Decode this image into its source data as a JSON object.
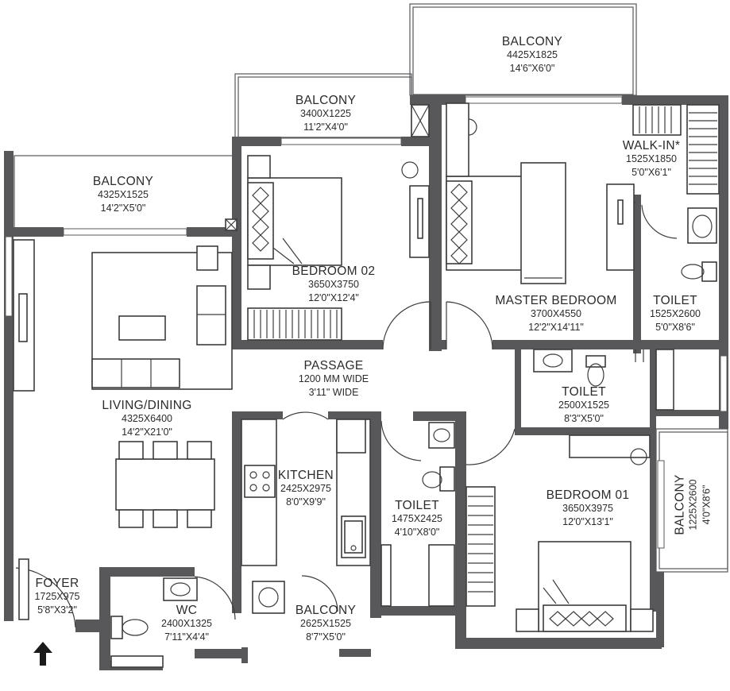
{
  "rooms": {
    "balcony_top_right": {
      "name": "BALCONY",
      "metric": "4425X1825",
      "imperial": "14'6\"X6'0\""
    },
    "balcony_top_mid": {
      "name": "BALCONY",
      "metric": "3400X1225",
      "imperial": "11'2\"X4'0\""
    },
    "balcony_left": {
      "name": "BALCONY",
      "metric": "4325X1525",
      "imperial": "14'2\"X5'0\""
    },
    "walk_in": {
      "name": "WALK-IN*",
      "metric": "1525X1850",
      "imperial": "5'0\"X6'1\""
    },
    "bedroom_02": {
      "name": "BEDROOM 02",
      "metric": "3650X3750",
      "imperial": "12'0\"X12'4\""
    },
    "master_bedroom": {
      "name": "MASTER BEDROOM",
      "metric": "3700X4550",
      "imperial": "12'2\"X14'11\""
    },
    "toilet_master": {
      "name": "TOILET",
      "metric": "1525X2600",
      "imperial": "5'0\"X8'6\""
    },
    "passage": {
      "name": "PASSAGE",
      "metric": "1200 MM WIDE",
      "imperial": "3'11\" WIDE"
    },
    "toilet_mid": {
      "name": "TOILET",
      "metric": "2500X1525",
      "imperial": "8'3\"X5'0\""
    },
    "living_dining": {
      "name": "LIVING/DINING",
      "metric": "4325X6400",
      "imperial": "14'2\"X21'0\""
    },
    "kitchen": {
      "name": "KITCHEN",
      "metric": "2425X2975",
      "imperial": "8'0\"X9'9\""
    },
    "bedroom_01": {
      "name": "BEDROOM 01",
      "metric": "3650X3975",
      "imperial": "12'0\"X13'1\""
    },
    "balcony_right": {
      "name": "BALCONY",
      "metric": "1225X2600",
      "imperial": "4'0\"X8'6\""
    },
    "toilet_small": {
      "name": "TOILET",
      "metric": "1475X2425",
      "imperial": "4'10\"X8'0\""
    },
    "foyer": {
      "name": "FOYER",
      "metric": "1725X975",
      "imperial": "5'8\"X3'2\""
    },
    "wc": {
      "name": "WC",
      "metric": "2400X1325",
      "imperial": "7'11\"X4'4\""
    },
    "balcony_bottom": {
      "name": "BALCONY",
      "metric": "2625X1525",
      "imperial": "8'7\"X5'0\""
    }
  },
  "icons": {
    "entry": "entry-arrow-icon"
  },
  "colors": {
    "wall": "#58585a",
    "line": "#3c3c3c",
    "text": "#2b2b2b"
  }
}
